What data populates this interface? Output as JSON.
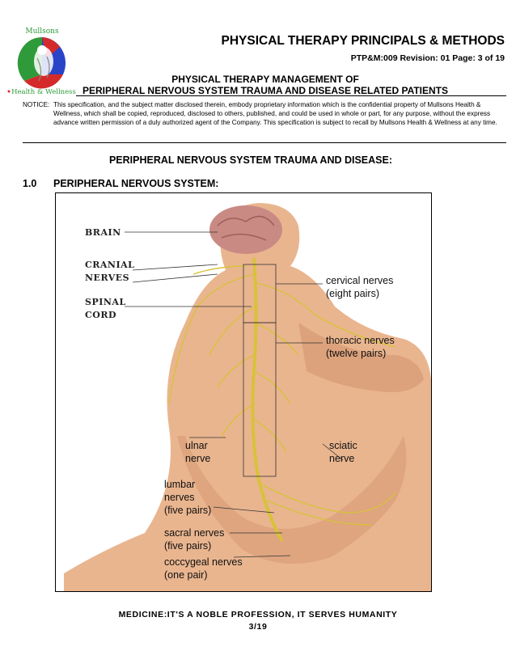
{
  "logo": {
    "top_text": "Mullsons",
    "bottom_text": "Health & Wellness",
    "colors": {
      "red": "#d42a2a",
      "green": "#2f9a3a",
      "blue": "#2a44c8"
    }
  },
  "header": {
    "title": "PHYSICAL THERAPY PRINCIPALS & METHODS",
    "doc_ref": "PTP&M:009 Revision: 01  Page: 3 of 19",
    "subtitle_line1": "PHYSICAL THERAPY MANAGEMENT OF",
    "subtitle_line2": "PERIPHERAL NERVOUS SYSTEM TRAUMA AND DISEASE RELATED PATIENTS"
  },
  "notice": {
    "label": "NOTICE:",
    "text": "This specification, and the subject matter disclosed therein, embody proprietary information which is the confidential property of Mullsons Health & Wellness, which shall be copied, reproduced, disclosed to others, published, and could be used in whole or part, for any purpose, without the express advance written permission of a duly authorized agent of the Company. This specification is subject to recall by Mullsons Health & Wellness at any time."
  },
  "section": {
    "title": "PERIPHERAL NERVOUS SYSTEM TRAUMA AND DISEASE:",
    "heading_number": "1.0",
    "heading_title": "PERIPHERAL NERVOUS SYSTEM:"
  },
  "figure": {
    "labels": {
      "brain": "BRAIN",
      "cranial_1": "CRANIAL",
      "cranial_2": "NERVES",
      "spinal_1": "SPINAL",
      "spinal_2": "CORD",
      "cervical_1": "cervical nerves",
      "cervical_2": "(eight pairs)",
      "thoracic_1": "thoracic nerves",
      "thoracic_2": "(twelve pairs)",
      "ulnar_1": "ulnar",
      "ulnar_2": "nerve",
      "sciatic_1": "sciatic",
      "sciatic_2": "nerve",
      "lumbar_1": "lumbar",
      "lumbar_2": "nerves",
      "lumbar_3": "(five pairs)",
      "sacral_1": "sacral nerves",
      "sacral_2": "(five pairs)",
      "coccygeal_1": "coccygeal nerves",
      "coccygeal_2": "(one pair)"
    },
    "colors": {
      "skin": "#e9b58f",
      "skin_shadow": "#d49670",
      "brain": "#c98a84",
      "nerve": "#d8c23a"
    }
  },
  "footer": {
    "motto": "MEDICINE:IT'S A NOBLE PROFESSION, IT SERVES HUMANITY",
    "page": "3/19"
  }
}
